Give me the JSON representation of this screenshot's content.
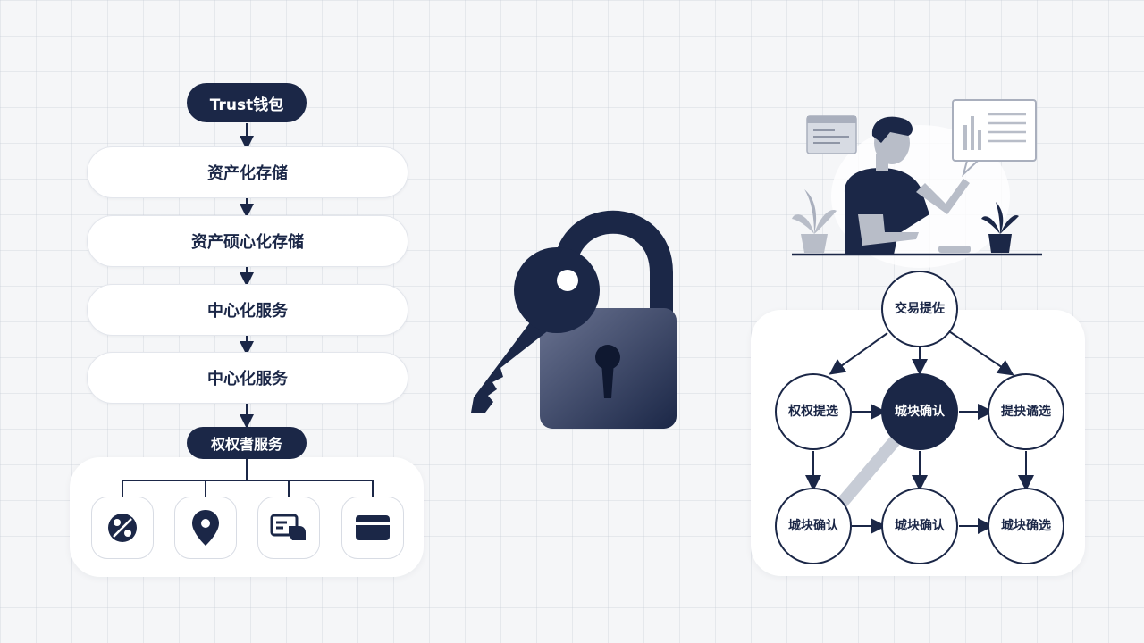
{
  "flow": {
    "top_label": "Trust钱包",
    "steps": [
      "资产化存储",
      "资产硕心化存储",
      "中心化服务",
      "中心化服务"
    ],
    "bottom_label": "权权耆服务",
    "icons": [
      "chain-link-icon",
      "location-pin-icon",
      "payment-card-hand-icon",
      "wallet-icon"
    ]
  },
  "center": {
    "icons": [
      "key-icon",
      "padlock-icon"
    ]
  },
  "illustration": {
    "icons": [
      "browser-window-icon",
      "chart-panel-icon",
      "person-figure",
      "plant-left-icon",
      "plant-right-icon"
    ]
  },
  "graph": {
    "nodes": [
      {
        "id": "top",
        "label": "交易提佐",
        "dark": false
      },
      {
        "id": "mid-left",
        "label": "权权提选",
        "dark": false
      },
      {
        "id": "mid-center",
        "label": "城块确认",
        "dark": true
      },
      {
        "id": "mid-right",
        "label": "提抉谲选",
        "dark": false
      },
      {
        "id": "bot-left",
        "label": "城块确认",
        "dark": false
      },
      {
        "id": "bot-center",
        "label": "城块确认",
        "dark": false
      },
      {
        "id": "bot-right",
        "label": "城块确选",
        "dark": false
      }
    ]
  },
  "colors": {
    "navy": "#1b2747",
    "light_gray": "#f5f6f8",
    "illustration_gray": "#b8bdc8"
  }
}
